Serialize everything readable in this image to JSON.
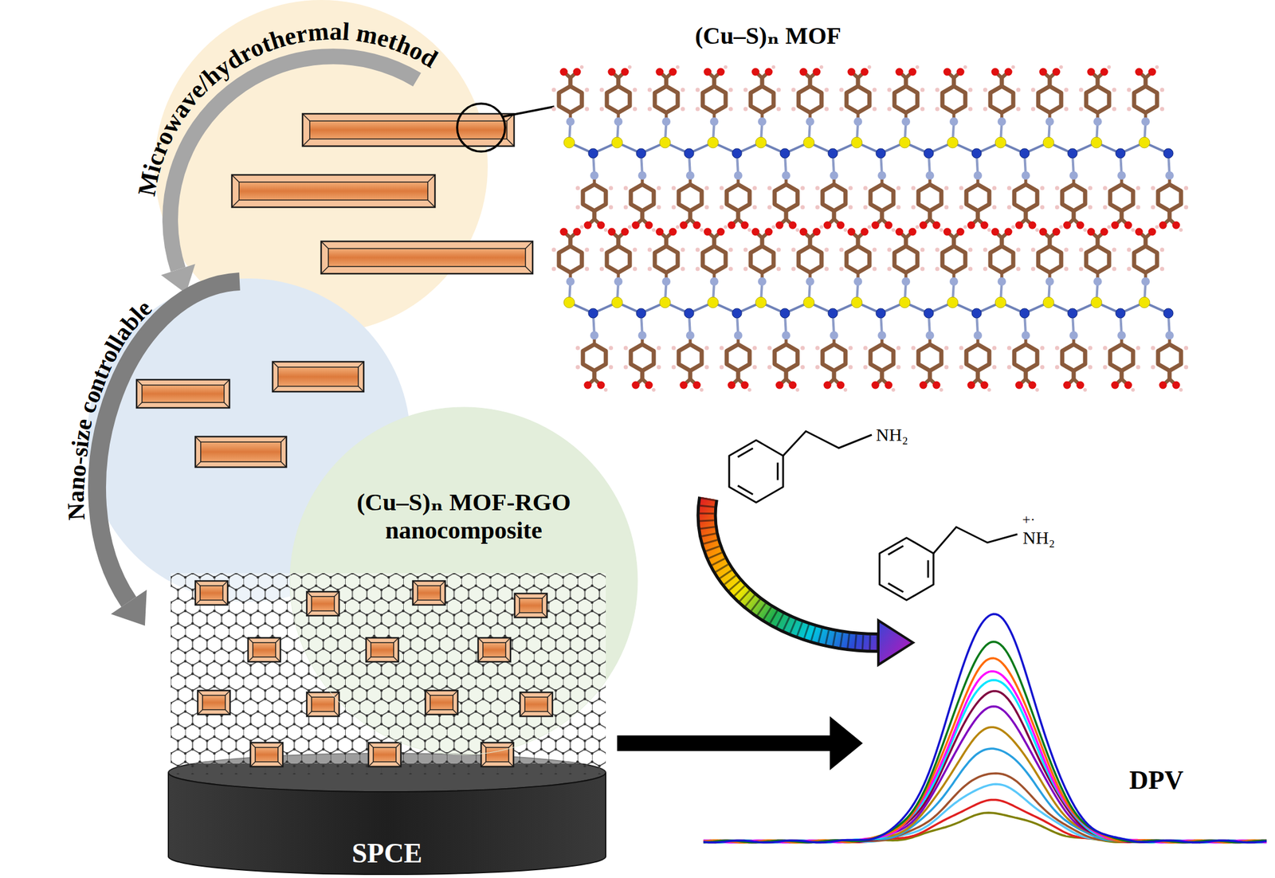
{
  "diagram": {
    "nodes": [
      {
        "text": [
          "(Cu–S)ₙ MOF-RGO nanocomposite"
        ]
      },
      {
        "text": [
          "SPCE"
        ]
      }
    ],
    "labels": [
      "Microwave/hydrothermal method",
      "(Cu–S)ₙ MOF",
      "Nano-size controllable",
      "NH₂",
      "+·",
      "NH₂",
      "DPV"
    ]
  }
}
